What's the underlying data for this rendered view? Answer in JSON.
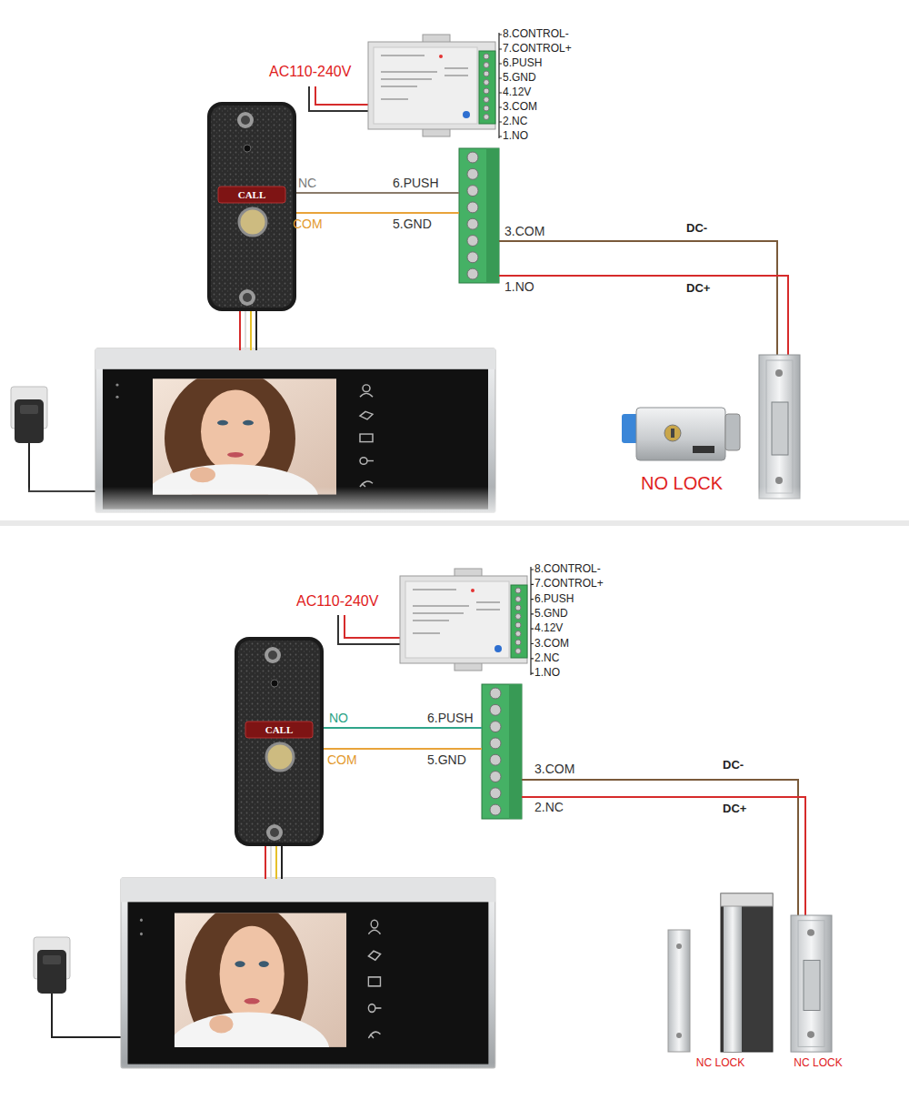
{
  "diagram": {
    "nodes": [
      {
        "text": [
          "CALL"
        ]
      },
      {
        "text": [
          "NO LOCK"
        ]
      },
      {
        "text": [
          "CALL"
        ]
      },
      {
        "text": [
          "NC LOCK"
        ]
      },
      {
        "text": [
          "NC LOCK"
        ]
      }
    ],
    "labels": [
      "AC110-240V",
      "8.CONTROL-",
      "7.CONTROL+",
      "6.PUSH",
      "5.GND",
      "4.12V",
      "3.COM",
      "2.NC",
      "1.NO",
      "NC",
      "6.PUSH",
      "COM",
      "5.GND",
      "3.COM",
      "DC-",
      "1.NO",
      "DC+",
      "AC110-240V",
      "8.CONTROL-",
      "7.CONTROL+",
      "6.PUSH",
      "5.GND",
      "4.12V",
      "3.COM",
      "2.NC",
      "1.NO",
      "NO",
      "6.PUSH",
      "COM",
      "5.GND",
      "3.COM",
      "DC-",
      "2.NC",
      "DC+"
    ]
  }
}
